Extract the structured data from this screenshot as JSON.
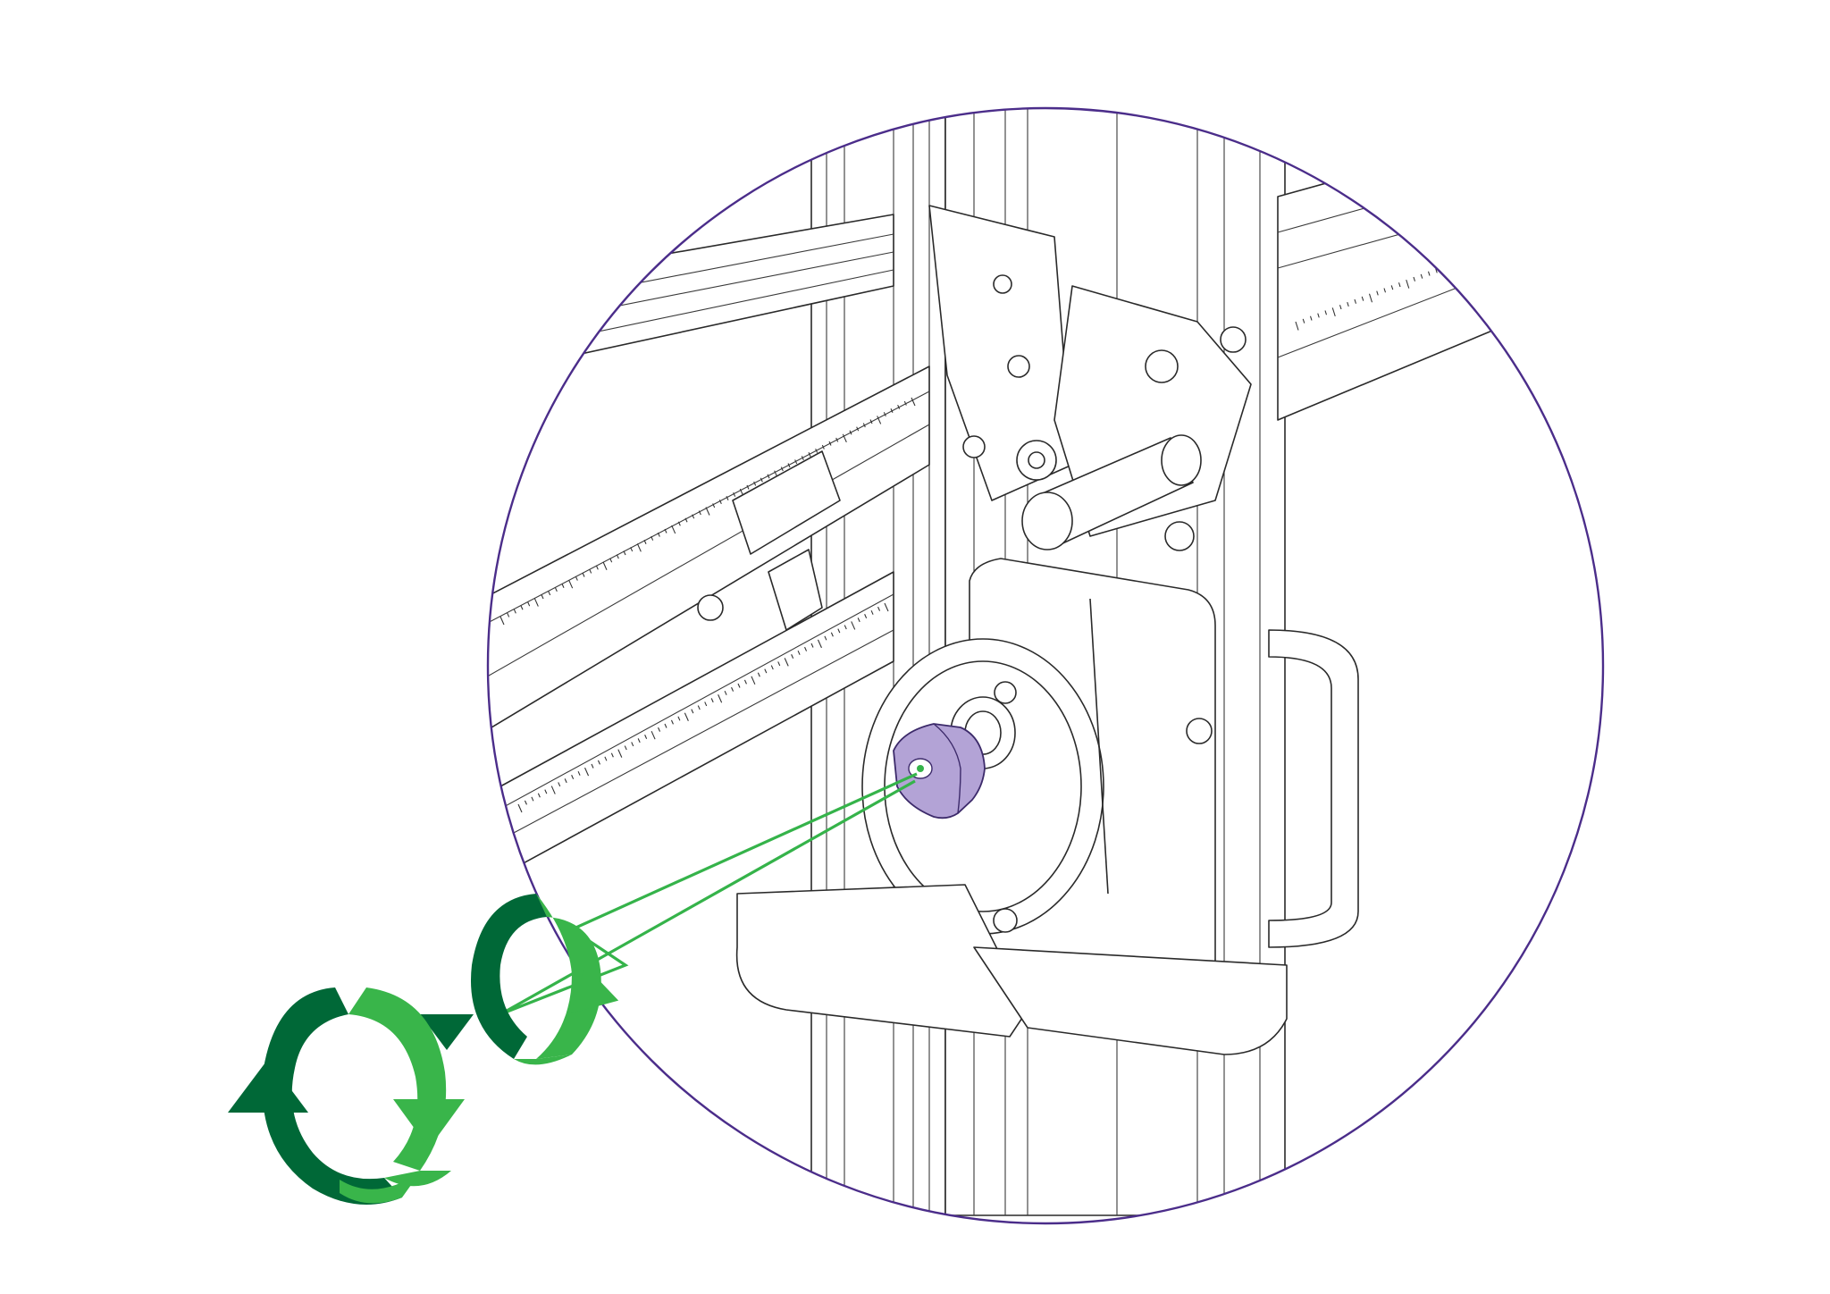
{
  "colors": {
    "background": "#ffffff",
    "circle_outline": "#4b2d8a",
    "highlighted_knob": "#b3a3d6",
    "knob_outline": "#3c2a6a",
    "callout_line": "#35b34a",
    "arrow_dark": "#006837",
    "arrow_light": "#39b54a",
    "line_art": "#2a2a2a"
  },
  "callout": {
    "highlighted_part": "knob",
    "action": "rotate",
    "rotation_arrows": 2
  },
  "icons": [
    "detail-magnifier-circle",
    "knob-highlight",
    "lightning-callout",
    "rotate-arrows-icon"
  ]
}
